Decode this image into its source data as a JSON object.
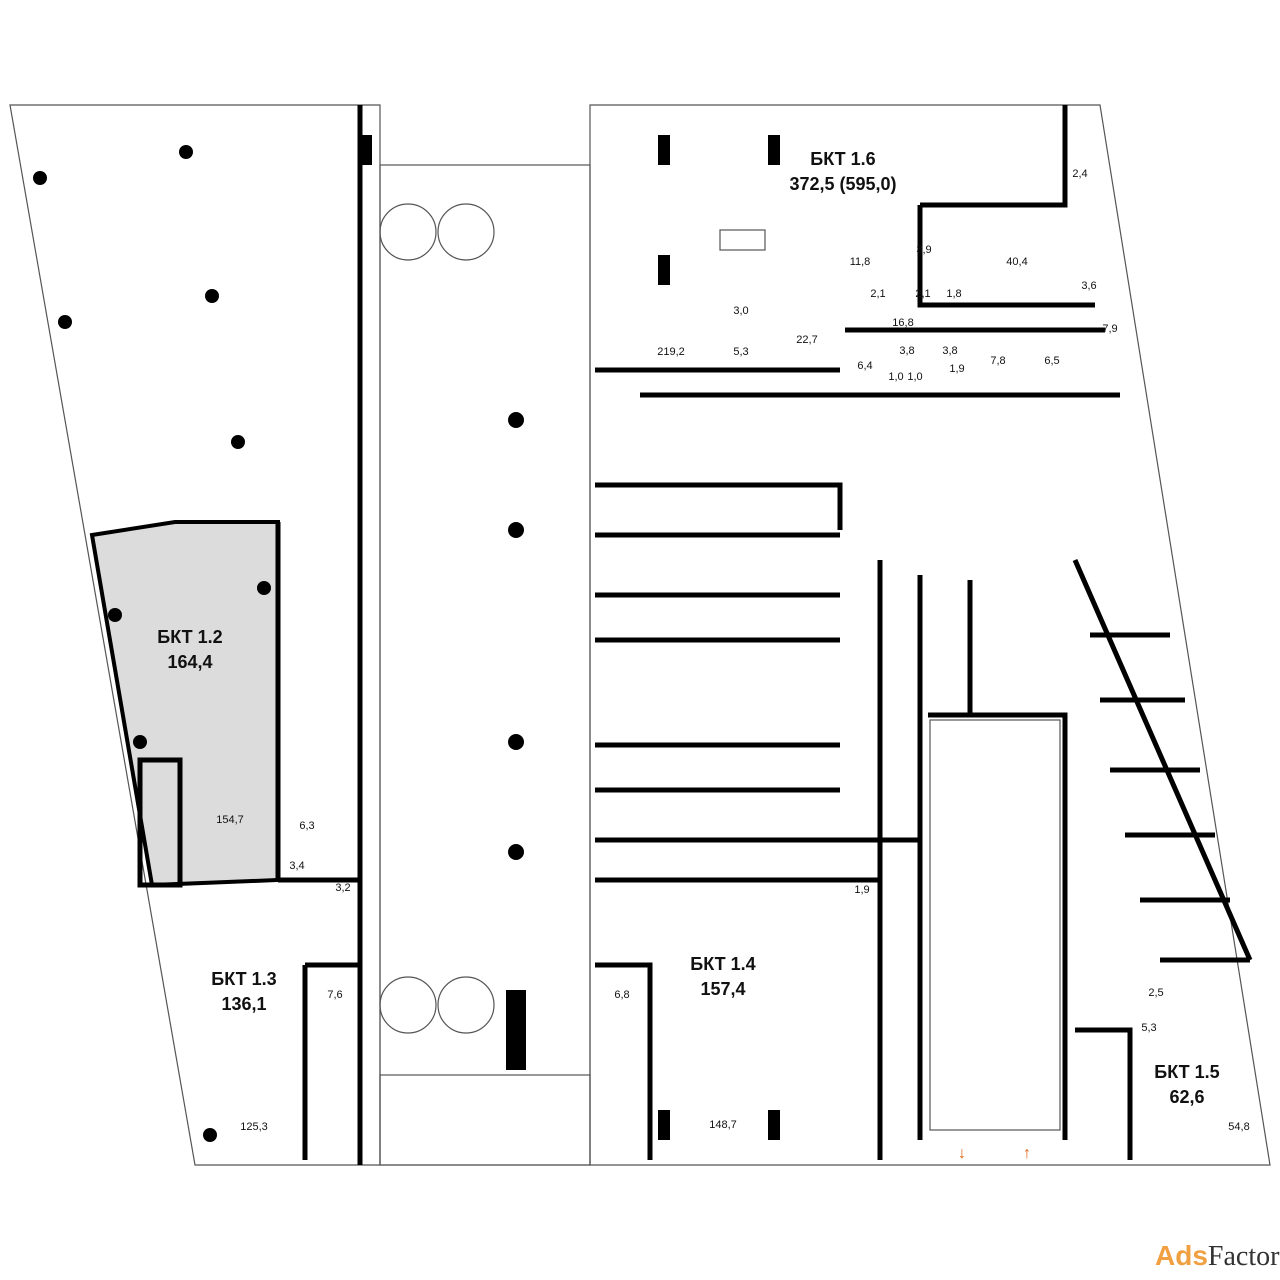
{
  "units": [
    {
      "name": "БКТ 1.6",
      "area": "372,5 (595,0)"
    },
    {
      "name": "БКТ 1.2",
      "area": "164,4"
    },
    {
      "name": "БКТ 1.3",
      "area": "136,1"
    },
    {
      "name": "БКТ 1.4",
      "area": "157,4"
    },
    {
      "name": "БКТ 1.5",
      "area": "62,6"
    }
  ],
  "rooms": [
    "2,4",
    "11,8",
    "3,9",
    "40,4",
    "2,1",
    "2,1",
    "1,8",
    "3,6",
    "3,0",
    "16,8",
    "7,9",
    "219,2",
    "5,3",
    "22,7",
    "3,8",
    "3,8",
    "6,4",
    "7,8",
    "6,5",
    "1,0",
    "1,0",
    "1,9",
    "154,7",
    "6,3",
    "3,4",
    "3,2",
    "7,6",
    "6,8",
    "1,9",
    "125,3",
    "148,7",
    "2,5",
    "5,3",
    "54,8"
  ],
  "colors": {
    "highlight": "#dcdcdc",
    "arrow": "#e06010"
  },
  "watermark": {
    "part1": "Ads",
    "part2": "Factory"
  }
}
